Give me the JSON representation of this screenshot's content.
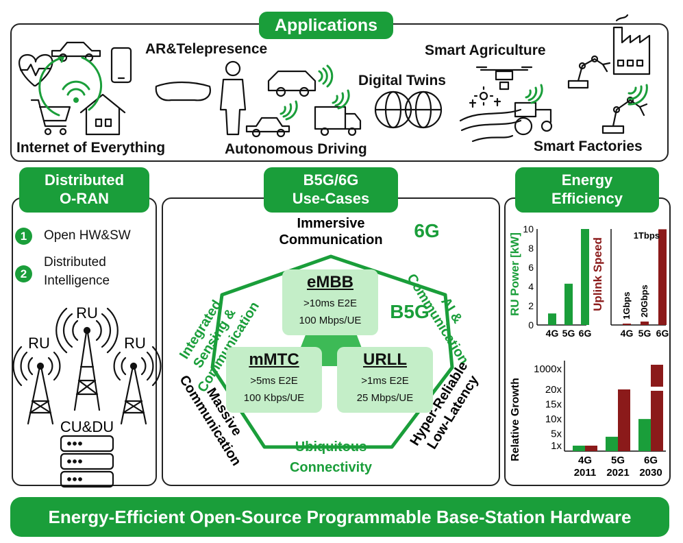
{
  "colors": {
    "green": "#1a9e3a",
    "light_green": "#c4eec8",
    "dark_red": "#8b1a1a",
    "ink": "#111111"
  },
  "applications": {
    "title": "Applications",
    "items": [
      "Internet of Everything",
      "AR&Telepresence",
      "Autonomous Driving",
      "Digital Twins",
      "Smart Agriculture",
      "Smart Factories"
    ]
  },
  "distributed": {
    "title_line1": "Distributed",
    "title_line2": "O-RAN",
    "features": [
      {
        "num": "1",
        "line1": "Open HW&SW",
        "line2": ""
      },
      {
        "num": "2",
        "line1": "Distributed",
        "line2": "Intelligence"
      }
    ],
    "ru_label": "RU",
    "cudu_label": "CU&DU"
  },
  "usecases": {
    "title_line1": "B5G/6G",
    "title_line2": "Use-Cases",
    "gen_6g": "6G",
    "gen_b5g": "B5G",
    "immersive": [
      "Immersive",
      "Communication"
    ],
    "sensing": [
      "Integrated",
      "Sensing &",
      "Communication"
    ],
    "ai": [
      "AI &",
      "Communication"
    ],
    "massive": [
      "Massive",
      "Communication"
    ],
    "ubiquitous": [
      "Ubiquitous",
      "Connectivity"
    ],
    "hrll": [
      "Hyper-Reliable",
      "Low-Latency"
    ],
    "embb": {
      "title": "eMBB",
      "lines": [
        ">10ms E2E",
        "100 Mbps/UE"
      ]
    },
    "mmtc": {
      "title": "mMTC",
      "lines": [
        ">5ms E2E",
        "100 Kbps/UE"
      ]
    },
    "urll": {
      "title": "URLL",
      "lines": [
        ">1ms E2E",
        "25 Mbps/UE"
      ]
    }
  },
  "energy": {
    "title_line1": "Energy",
    "title_line2": "Efficiency"
  },
  "footer": {
    "text": "Energy-Efficient Open-Source Programmable Base-Station Hardware"
  },
  "chart_data": [
    {
      "type": "bar",
      "ylabel": "RU Power [kW]",
      "categories": [
        "4G",
        "5G",
        "6G"
      ],
      "values": [
        1.2,
        4.3,
        10
      ],
      "ylim": [
        0,
        10
      ],
      "yticks": [
        "0",
        "2",
        "4",
        "6",
        "8",
        "10"
      ],
      "series_color": "#1a9e3a"
    },
    {
      "type": "bar",
      "ylabel": "Uplink Speed",
      "categories": [
        "4G",
        "5G",
        "6G"
      ],
      "values": [
        1,
        20,
        1000
      ],
      "value_labels": [
        "1Gbps",
        "20Gbps",
        "1Tbps"
      ],
      "series_color": "#8b1a1a"
    },
    {
      "type": "bar",
      "ylabel": "Relative Growth",
      "categories": [
        "4G 2011",
        "5G 2021",
        "6G 2030"
      ],
      "category_lines": [
        [
          "4G",
          "2011"
        ],
        [
          "5G",
          "2021"
        ],
        [
          "6G",
          "2030"
        ]
      ],
      "yticks": [
        "1x",
        "5x",
        "10x",
        "15x",
        "20x",
        "1000x"
      ],
      "series": [
        {
          "color": "#1a9e3a",
          "values": [
            1,
            4,
            10
          ]
        },
        {
          "color": "#8b1a1a",
          "values": [
            1,
            20,
            1000
          ]
        }
      ]
    }
  ]
}
